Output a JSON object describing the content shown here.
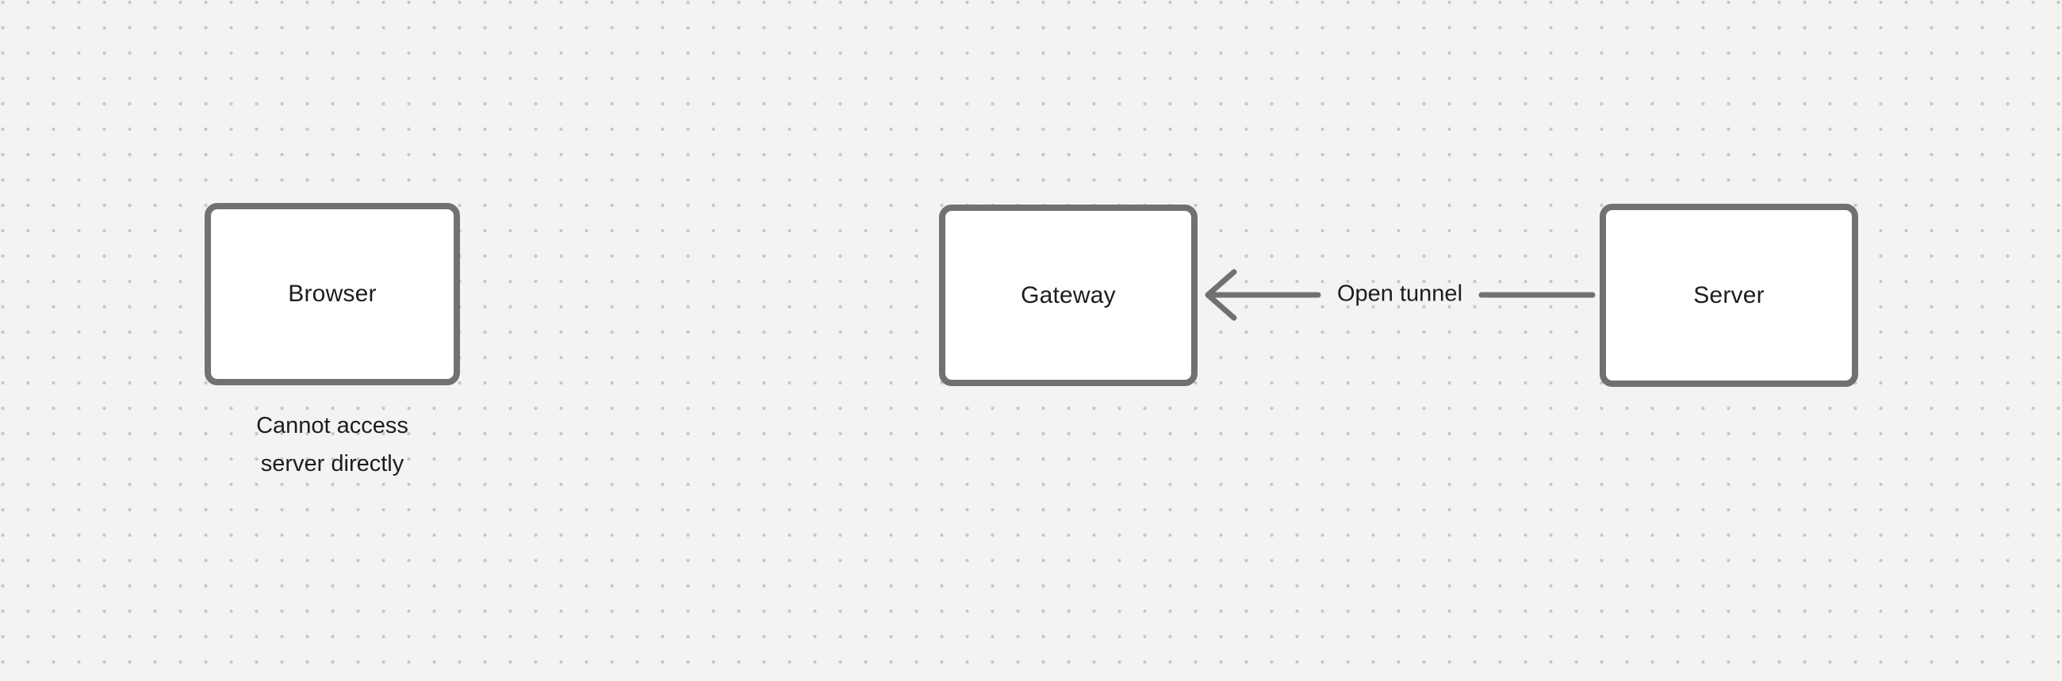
{
  "colors": {
    "canvas-bg": "#f3f3f1",
    "dot": "#c6c6c4",
    "shape-stroke": "#717171",
    "shape-fill": "#ffffff",
    "text": "#1d1d1f"
  },
  "nodes": {
    "browser": {
      "label": "Browser"
    },
    "gateway": {
      "label": "Gateway"
    },
    "server": {
      "label": "Server"
    }
  },
  "captions": {
    "browser_note": {
      "lines": [
        "Cannot access",
        "server directly"
      ]
    }
  },
  "edges": {
    "tunnel": {
      "label": "Open tunnel",
      "from": "server",
      "to": "gateway",
      "direction": "right-to-left"
    }
  }
}
